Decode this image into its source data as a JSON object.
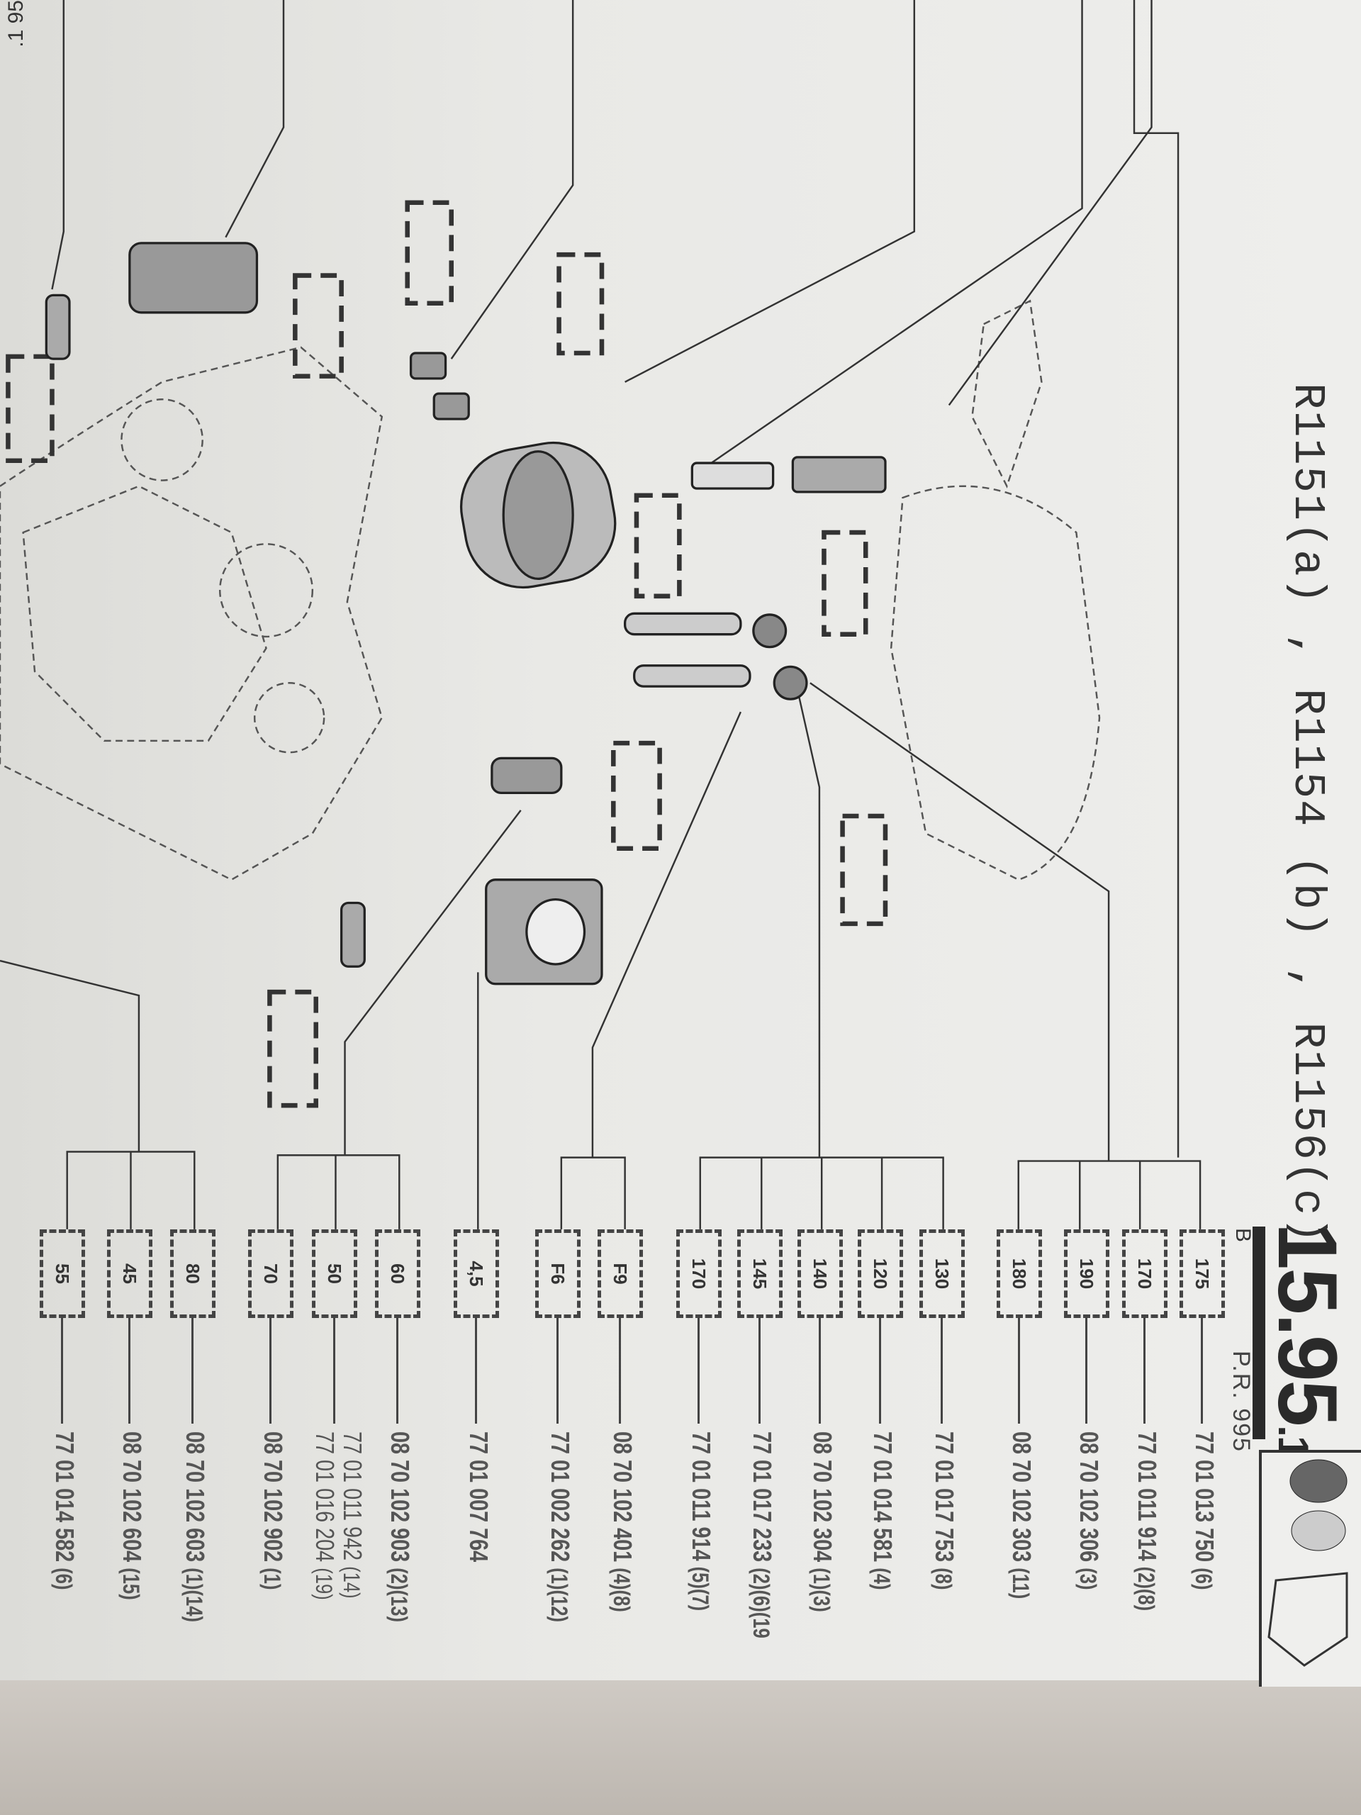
{
  "page": {
    "section_number": "15.95",
    "section_suffix": ".1",
    "section_letter": "B",
    "pr_reference": "P.R. 995",
    "header_models": "R1151(a) , R1154 (b) , R1156(c)",
    "corner_ref": ".1 95"
  },
  "parts": [
    {
      "calibre": "175",
      "part_no": "77 01 013 750",
      "notes": "(6)"
    },
    {
      "calibre": "170",
      "part_no": "77 01 011 914",
      "notes": "(2)(8)"
    },
    {
      "calibre": "190",
      "part_no": "08 70 102 306",
      "notes": "(3)"
    },
    {
      "calibre": "180",
      "part_no": "08 70 102 303",
      "notes": "(11)"
    },
    {
      "calibre": "130",
      "part_no": "77 01 017 753",
      "notes": "(8)"
    },
    {
      "calibre": "120",
      "part_no": "77 01 014 581",
      "notes": "(4)"
    },
    {
      "calibre": "140",
      "part_no": "08 70 102 304",
      "notes": "(1)(3)"
    },
    {
      "calibre": "145",
      "part_no": "77 01 017 233",
      "notes": "(2)(6)(19"
    },
    {
      "calibre": "170",
      "part_no": "77 01 011 914",
      "notes": "(5)(7)"
    },
    {
      "calibre": "F9",
      "part_no": "08 70 102 401",
      "notes": "(4)(8)"
    },
    {
      "calibre": "F6",
      "part_no": "77 01 002 262",
      "notes": "(1)(12)"
    },
    {
      "calibre": "4,5",
      "part_no": "77 01 007 764",
      "notes": ""
    },
    {
      "calibre": "60",
      "part_no": "08 70 102 903",
      "notes": "(2)(13)"
    },
    {
      "calibre": "50",
      "part_no": "77 01 011 942",
      "notes": "(14)",
      "alt_part_no": "77 01 016 204",
      "alt_notes": "(19)"
    },
    {
      "calibre": "70",
      "part_no": "08 70 102 902",
      "notes": "(1)"
    },
    {
      "calibre": "80",
      "part_no": "08 70 102 603",
      "notes": "(1)(14)"
    },
    {
      "calibre": "45",
      "part_no": "08 70 102 604",
      "notes": "(15)"
    },
    {
      "calibre": "55",
      "part_no": "77 01 014 582",
      "notes": "(6)"
    }
  ]
}
